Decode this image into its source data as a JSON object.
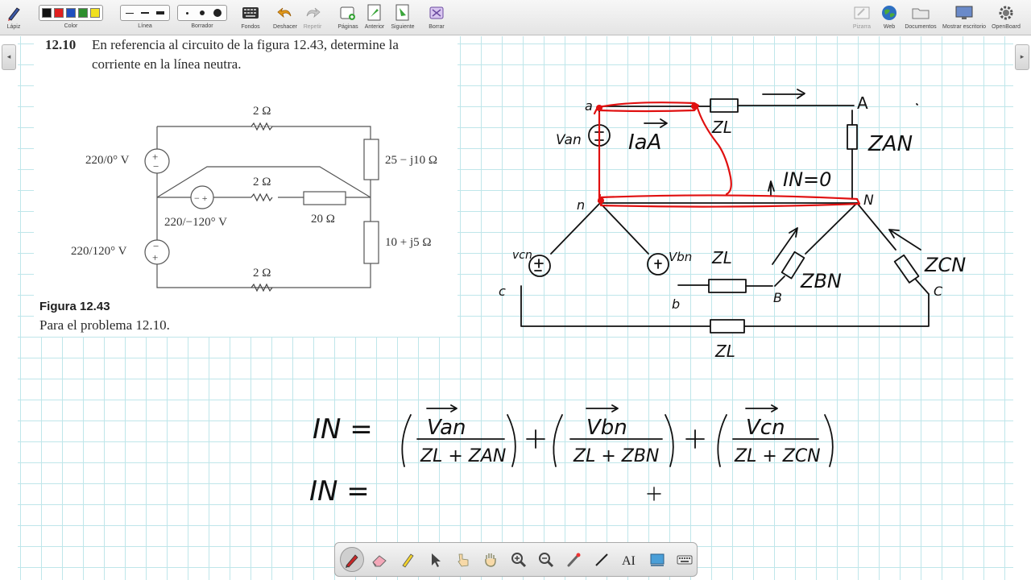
{
  "toolbar": {
    "pen_label": "Lápiz",
    "color_label": "Color",
    "line_label": "Línea",
    "eraser_label": "Borrador",
    "backgrounds_label": "Fondos",
    "undo_label": "Deshacer",
    "redo_label": "Repetir",
    "pages_label": "Páginas",
    "previous_label": "Anterior",
    "next_label": "Siguiente",
    "delete_label": "Borrar",
    "board_label": "Pizarra",
    "web_label": "Web",
    "documents_label": "Documentos",
    "desktop_label": "Mostrar escritorio",
    "openboard_label": "OpenBoard",
    "colors": [
      "#111111",
      "#e02020",
      "#1f4fbf",
      "#2f8f2f",
      "#f0e020"
    ]
  },
  "problem": {
    "number": "12.10",
    "line1": "En referencia al circuito de la figura 12.43, determine la",
    "line2": "corriente en la línea neutra.",
    "figure_title": "Figura 12.43",
    "figure_caption": "Para el problema 12.10."
  },
  "circuit": {
    "source_a": "220/0° V",
    "source_b": "220/−120° V",
    "source_c": "220/120° V",
    "r_top": "2 Ω",
    "r_mid": "2 Ω",
    "r_bottom": "2 Ω",
    "r_20": "20 Ω",
    "z_a": "25 − j10 Ω",
    "z_b": "10 + j5 Ω"
  },
  "handwriting": {
    "node_a": "a",
    "node_A": "A",
    "node_n": "n",
    "node_N": "N",
    "node_b": "b",
    "node_B": "B",
    "node_c": "c",
    "node_C": "C",
    "van": "Van",
    "vbn": "Vbn",
    "vcn": "vcn",
    "ia": "IaA",
    "zl_top": "ZL",
    "zl_mid": "ZL",
    "zl_bottom": "ZL",
    "zan": "ZAN",
    "zbn": "ZBN",
    "zcn": "ZCN",
    "in_zero": "IN=0",
    "eq_lhs": "IN =",
    "frac1_num": "Van",
    "frac1_den": "ZL + ZAN",
    "frac2_num": "Vbn",
    "frac2_den": "ZL + ZBN",
    "frac3_num": "Vcn",
    "frac3_den": "ZL + ZCN",
    "eq2_lhs": "IN ="
  }
}
